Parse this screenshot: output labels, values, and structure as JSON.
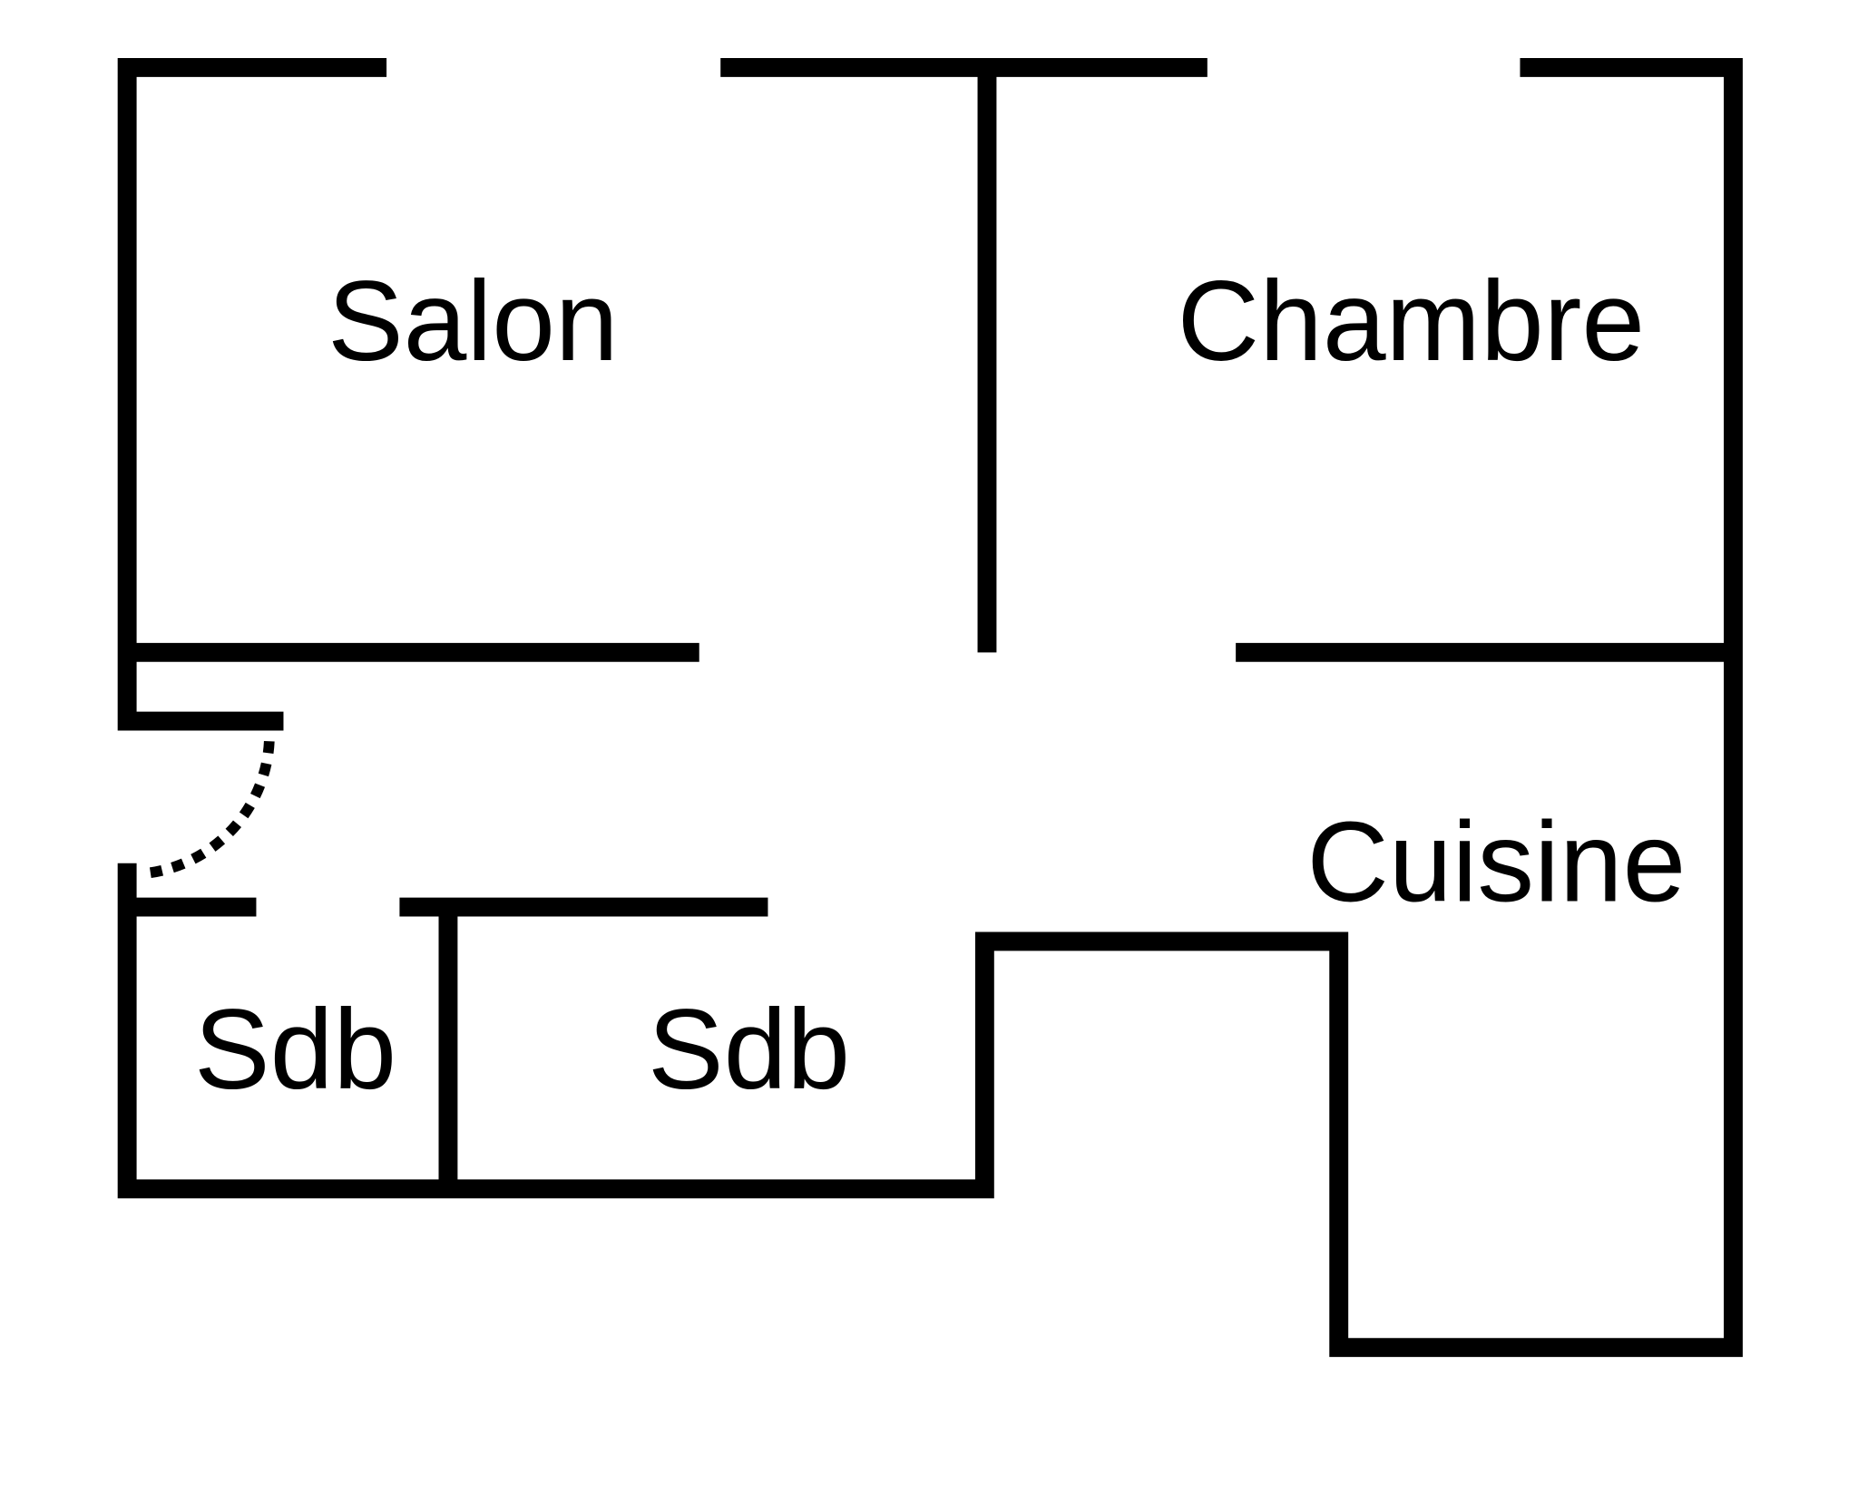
{
  "floor_plan": {
    "rooms": [
      {
        "id": "salon",
        "label": "Salon"
      },
      {
        "id": "chambre",
        "label": "Chambre"
      },
      {
        "id": "cuisine",
        "label": "Cuisine"
      },
      {
        "id": "sdb1",
        "label": "Sdb"
      },
      {
        "id": "sdb2",
        "label": "Sdb"
      }
    ],
    "colors": {
      "wall": "#000000",
      "background": "#ffffff"
    }
  }
}
